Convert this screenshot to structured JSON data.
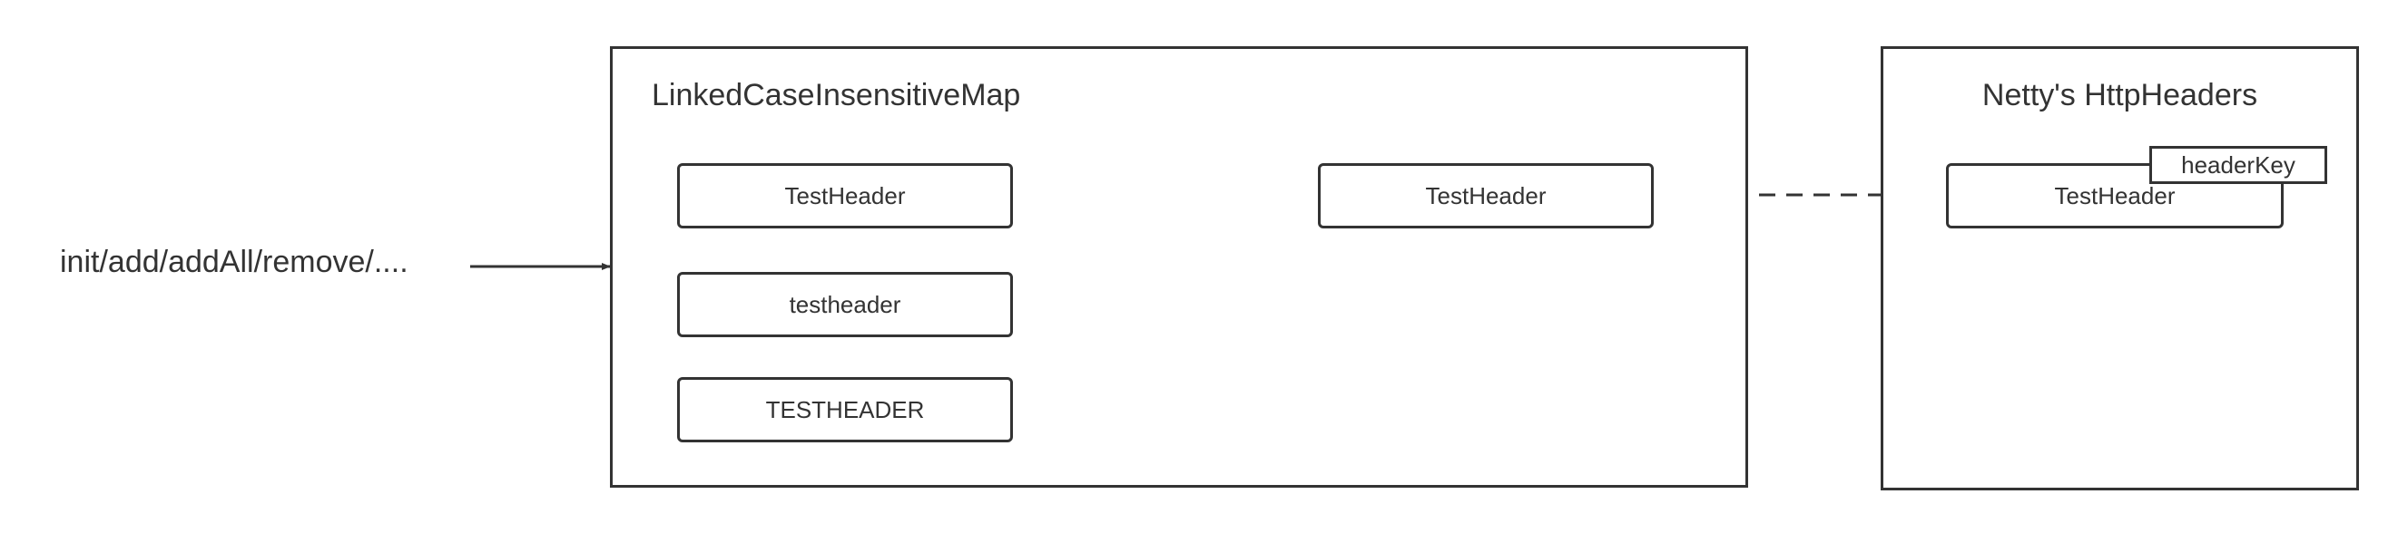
{
  "operations_label": "init/add/addAll/remove/....",
  "linked_map": {
    "title": "LinkedCaseInsensitiveMap",
    "input_keys": [
      "TestHeader",
      "testheader",
      "TESTHEADER"
    ],
    "stored_key": "TestHeader"
  },
  "netty_headers": {
    "title": "Netty's HttpHeaders",
    "stored_key": "TestHeader",
    "tag": "headerKey"
  },
  "colors": {
    "stroke": "#333333",
    "background": "#ffffff"
  }
}
